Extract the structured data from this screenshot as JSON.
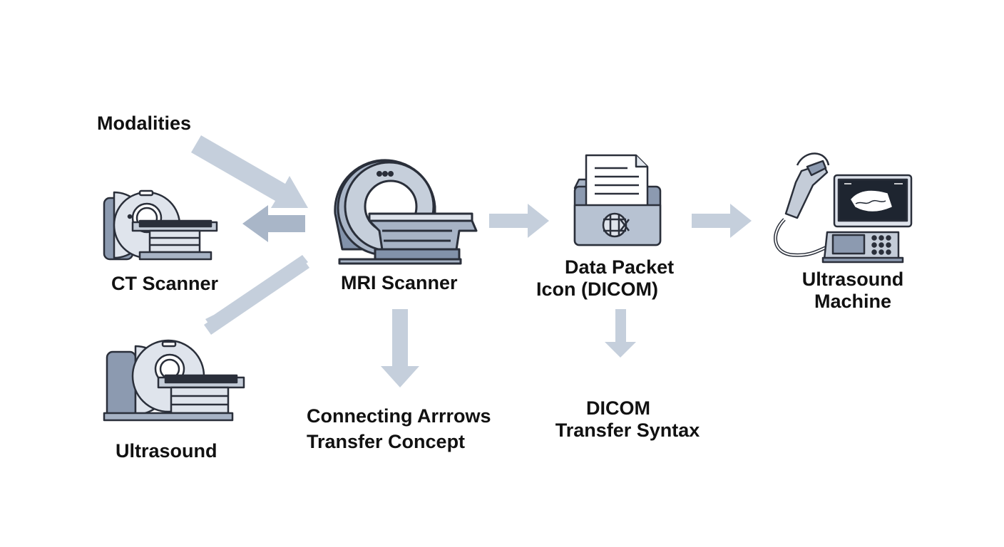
{
  "labels": {
    "modalities": "Modalities",
    "ct_scanner": "CT Scanner",
    "mri_scanner": "MRI Scanner",
    "ultrasound": "Ultrasound",
    "data_packet_line1": "Data Packet",
    "data_packet_line2": "Icon (DICOM)",
    "ultrasound_machine_line1": "Ultrasound",
    "ultrasound_machine_line2": "Machine",
    "arrows_line1": "Connecting Arrrows",
    "arrows_line2": "Transfer Concept",
    "dicom_line1": "DICOM",
    "dicom_line2": "Transfer Syntax"
  },
  "colors": {
    "arrow": "#c5cfdc",
    "device_dark": "#7f8ea5",
    "device_mid": "#a7b3c5",
    "device_light": "#dfe4ec",
    "outline": "#2a2f3a",
    "screen": "#1e2530"
  },
  "icons": [
    "ct-scanner-icon",
    "mri-scanner-icon",
    "ultrasound-scanner-icon",
    "dicom-folder-icon",
    "ultrasound-machine-icon"
  ]
}
